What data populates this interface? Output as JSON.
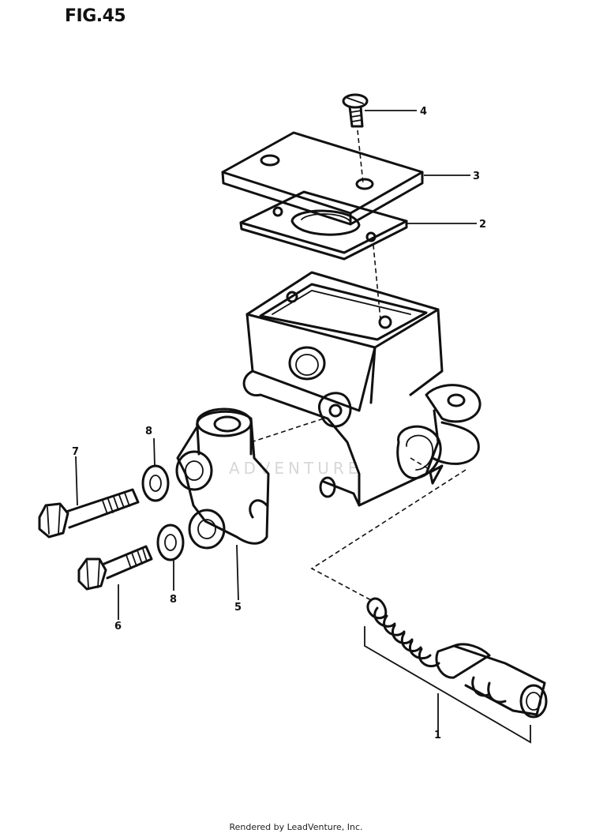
{
  "figure": {
    "title": "FIG.45"
  },
  "callouts": {
    "c1": "1",
    "c2": "2",
    "c3": "3",
    "c4": "4",
    "c5": "5",
    "c6": "6",
    "c7": "7",
    "c8a": "8",
    "c8b": "8"
  },
  "watermark": "ADVENTURE",
  "footer": "Rendered by LeadVenture, Inc."
}
